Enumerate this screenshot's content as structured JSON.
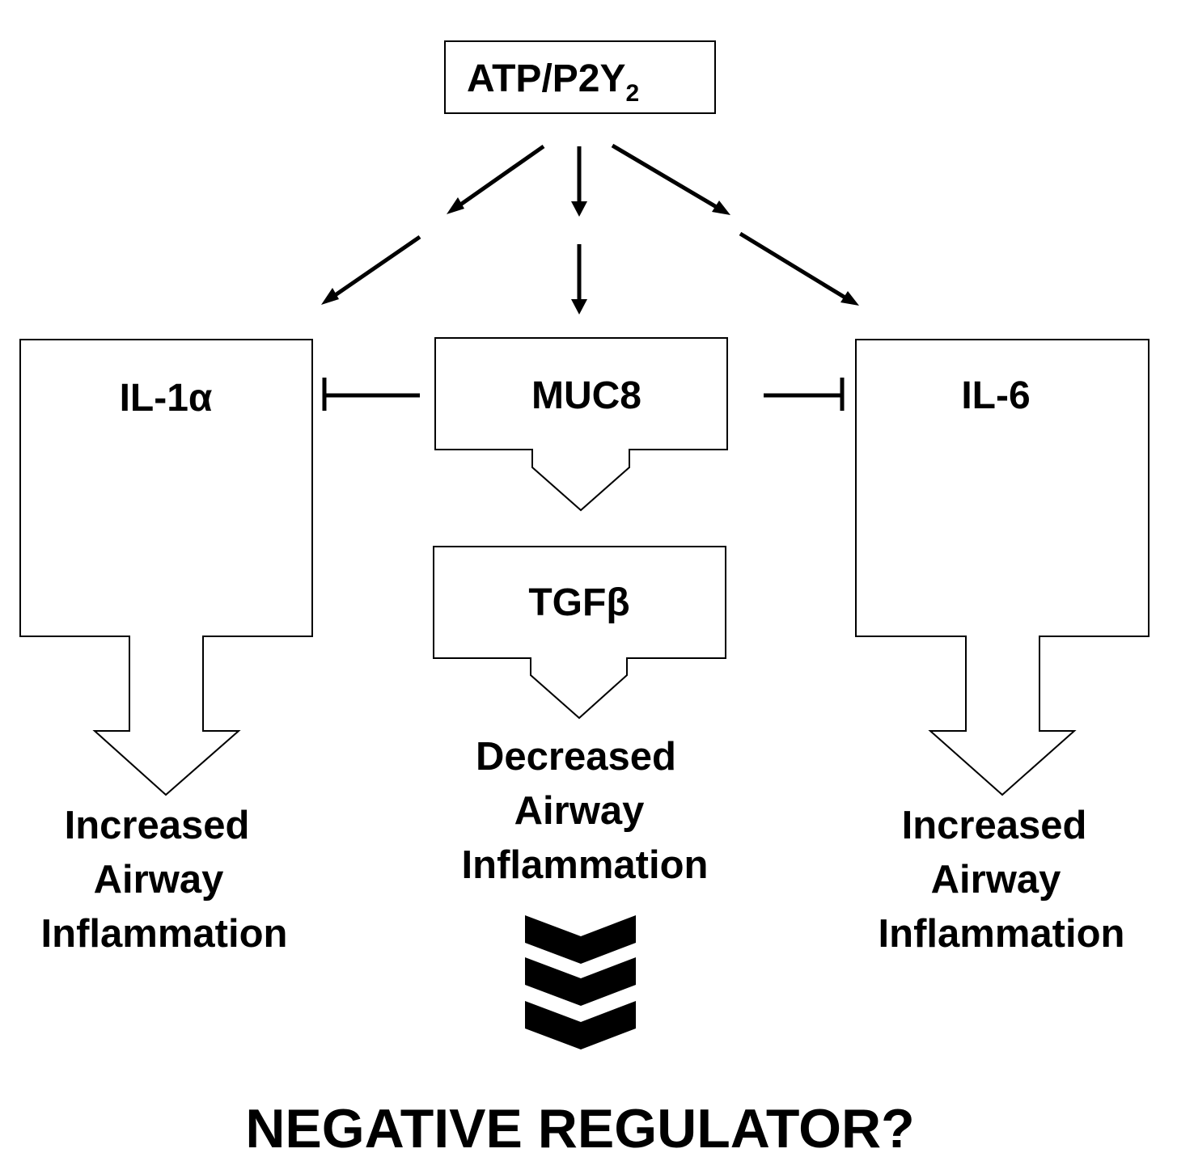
{
  "top_node": {
    "label": "ATP/P2Y",
    "subscript": "2"
  },
  "nodes": {
    "left": "IL-1α",
    "center": "MUC8",
    "right": "IL-6",
    "center_lower": "TGFβ"
  },
  "outcomes": {
    "left": [
      "Increased",
      "Airway",
      "Inflammation"
    ],
    "center": [
      "Decreased",
      "Airway",
      "Inflammation"
    ],
    "right": [
      "Increased",
      "Airway",
      "Inflammation"
    ]
  },
  "conclusion": "NEGATIVE REGULATOR?",
  "colors": {
    "stroke": "#000000",
    "fill": "#ffffff",
    "chevron": "#000000"
  }
}
